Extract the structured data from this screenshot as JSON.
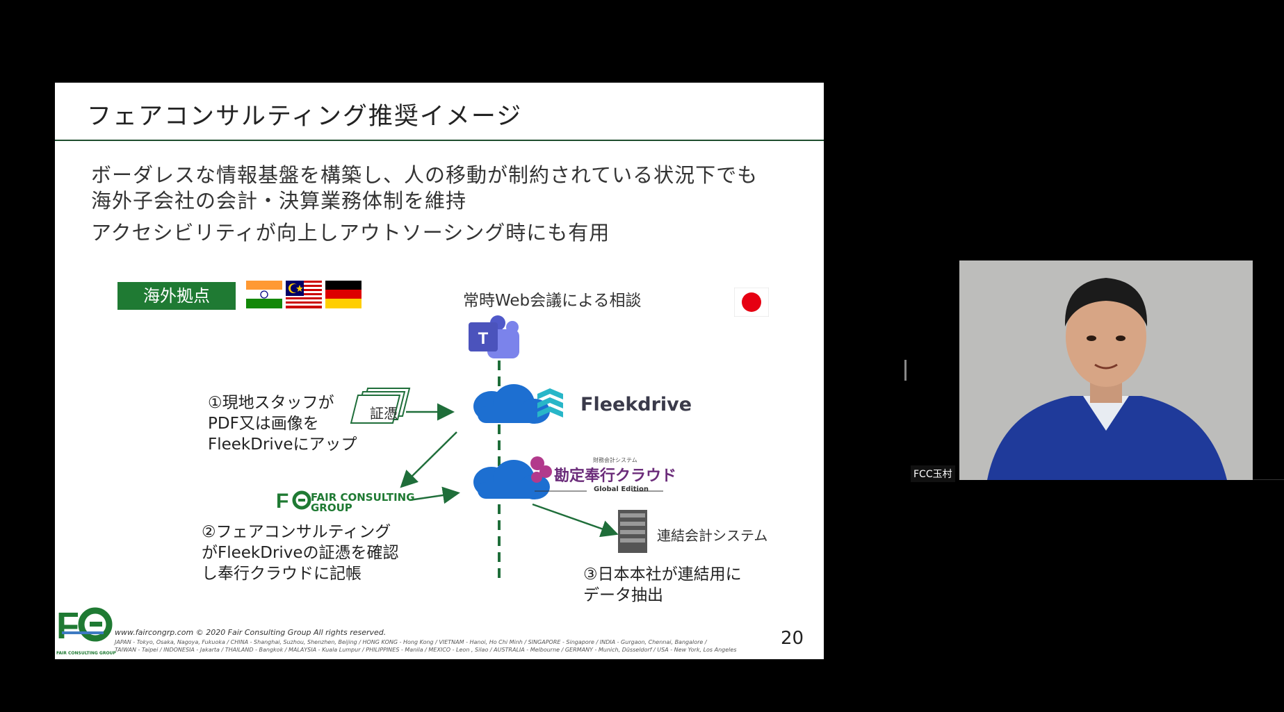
{
  "slide": {
    "title": "フェアコンサルティング推奨イメージ",
    "bullets": [
      "ボーダレスな情報基盤を構築し、人の移動が制約されている状況下でも",
      "海外子会社の会計・決算業務体制を維持",
      "アクセシビリティが向上しアウトソーシング時にも有用"
    ],
    "overseas_label": "海外拠点",
    "web_meeting_label": "常時Web会議による相談",
    "voucher_label": "証憑",
    "step1": [
      "①現地スタッフが",
      "PDF又は画像を",
      "FleekDriveにアップ"
    ],
    "step2": [
      "②フェアコンサルティング",
      "がFleekDriveの証憑を確認",
      "し奉行クラウドに記帳"
    ],
    "step3": [
      "③日本本社が連結用に",
      "データ抽出"
    ],
    "consolidation_label": "連結会計システム",
    "fleekdrive_logo": "Fleekdrive",
    "bugyo_logo": "勘定奉行クラウド",
    "bugyo_tiny": "財務会計システム",
    "bugyo_sub": "Global Edition",
    "fcg_logo": [
      "FAIR CONSULTING",
      "GROUP"
    ],
    "footer": {
      "copyright": "www.faircongrp.com © 2020 Fair Consulting Group All rights reserved.",
      "line1": "JAPAN - Tokyo, Osaka, Nagoya, Fukuoka / CHINA - Shanghai, Suzhou, Shenzhen, Beijing / HONG KONG - Hong Kong / VIETNAM - Hanoi, Ho Chi Minh / SINGAPORE - Singapore / INDIA - Gurgaon, Chennai, Bangalore /",
      "line2": "TAIWAN - Taipei / INDONESIA - Jakarta / THAILAND - Bangkok / MALAYSIA - Kuala Lumpur / PHILIPPINES - Manila / MEXICO - Leon , Silao / AUSTRALIA - Melbourne / GERMANY - Munich, Düsseldorf / USA - New York, Los Angeles",
      "logo_caption": "FAIR CONSULTING GROUP"
    },
    "page_number": "20"
  },
  "participant": {
    "name": "FCC玉村"
  },
  "icons": [
    "flag-india-icon",
    "flag-malaysia-icon",
    "flag-germany-icon",
    "flag-japan-icon",
    "teams-icon",
    "cloud-icon",
    "server-icon",
    "document-stack-icon"
  ],
  "colors": {
    "accent_green": "#1f7a33",
    "arrow_green": "#1f6e3a",
    "cloud_blue": "#1d6fd1",
    "fleek_teal": "#28b6c8"
  }
}
